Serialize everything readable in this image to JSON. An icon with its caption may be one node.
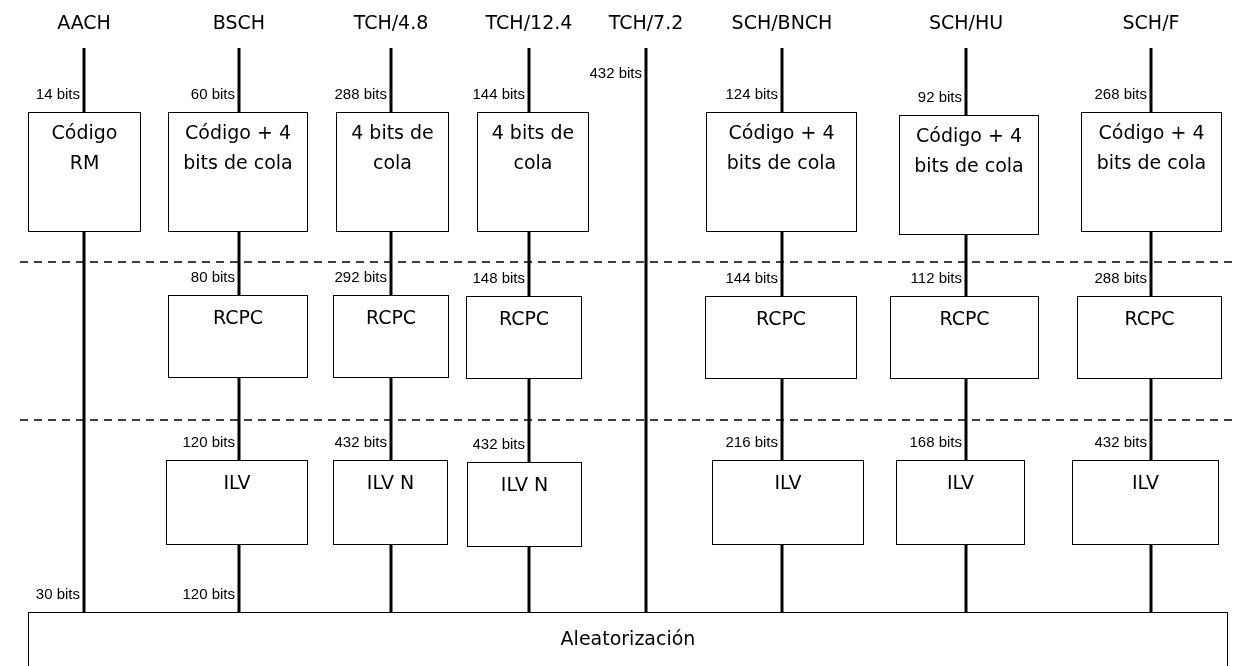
{
  "diagram": {
    "nodes": [
      {
        "text": [
          "AACH"
        ]
      },
      {
        "text": [
          "BSCH"
        ]
      },
      {
        "text": [
          "TCH/4.8"
        ]
      },
      {
        "text": [
          "TCH/12.4"
        ]
      },
      {
        "text": [
          "TCH/7.2"
        ]
      },
      {
        "text": [
          "SCH/BNCH"
        ]
      },
      {
        "text": [
          "SCH/HU"
        ]
      },
      {
        "text": [
          "SCH/F"
        ]
      },
      {
        "text": [
          "Código RM"
        ]
      },
      {
        "text": [
          "Código + 4 bits de cola"
        ]
      },
      {
        "text": [
          "4 bits de cola"
        ]
      },
      {
        "text": [
          "4 bits de cola"
        ]
      },
      {
        "text": [
          "Código + 4 bits de cola"
        ]
      },
      {
        "text": [
          "Código + 4 bits de cola"
        ]
      },
      {
        "text": [
          "Código + 4 bits de cola"
        ]
      },
      {
        "text": [
          "RCPC"
        ]
      },
      {
        "text": [
          "RCPC"
        ]
      },
      {
        "text": [
          "RCPC"
        ]
      },
      {
        "text": [
          "RCPC"
        ]
      },
      {
        "text": [
          "RCPC"
        ]
      },
      {
        "text": [
          "RCPC"
        ]
      },
      {
        "text": [
          "ILV"
        ]
      },
      {
        "text": [
          "ILV N"
        ]
      },
      {
        "text": [
          "ILV N"
        ]
      },
      {
        "text": [
          "ILV"
        ]
      },
      {
        "text": [
          "ILV"
        ]
      },
      {
        "text": [
          "ILV"
        ]
      },
      {
        "text": [
          "Aleatorización"
        ]
      }
    ],
    "edges": [
      {
        "from": 0,
        "to": 8,
        "arrow": "none",
        "label": "14 bits"
      },
      {
        "from": 8,
        "to": 27,
        "arrow": "none",
        "label": "30 bits"
      },
      {
        "from": 1,
        "to": 9,
        "arrow": "none",
        "label": "60 bits"
      },
      {
        "from": 9,
        "to": 15,
        "arrow": "none",
        "label": "80 bits"
      },
      {
        "from": 15,
        "to": 21,
        "arrow": "none",
        "label": "120 bits"
      },
      {
        "from": 21,
        "to": 27,
        "arrow": "none",
        "label": "120 bits"
      },
      {
        "from": 2,
        "to": 10,
        "arrow": "none",
        "label": "288 bits"
      },
      {
        "from": 10,
        "to": 16,
        "arrow": "none",
        "label": "292 bits"
      },
      {
        "from": 16,
        "to": 22,
        "arrow": "none",
        "label": "432 bits"
      },
      {
        "from": 22,
        "to": 27,
        "arrow": "none"
      },
      {
        "from": 3,
        "to": 11,
        "arrow": "none",
        "label": "144 bits"
      },
      {
        "from": 11,
        "to": 17,
        "arrow": "none",
        "label": "148 bits"
      },
      {
        "from": 17,
        "to": 23,
        "arrow": "none",
        "label": "432 bits"
      },
      {
        "from": 23,
        "to": 27,
        "arrow": "none"
      },
      {
        "from": 4,
        "to": 27,
        "arrow": "none",
        "label": "432 bits"
      },
      {
        "from": 5,
        "to": 12,
        "arrow": "none",
        "label": "124 bits"
      },
      {
        "from": 12,
        "to": 18,
        "arrow": "none",
        "label": "144 bits"
      },
      {
        "from": 18,
        "to": 24,
        "arrow": "none",
        "label": "216 bits"
      },
      {
        "from": 24,
        "to": 27,
        "arrow": "none"
      },
      {
        "from": 6,
        "to": 13,
        "arrow": "none",
        "label": "92 bits"
      },
      {
        "from": 13,
        "to": 19,
        "arrow": "none",
        "label": "112 bits"
      },
      {
        "from": 19,
        "to": 25,
        "arrow": "none",
        "label": "168 bits"
      },
      {
        "from": 25,
        "to": 27,
        "arrow": "none"
      },
      {
        "from": 7,
        "to": 14,
        "arrow": "none",
        "label": "268 bits"
      },
      {
        "from": 14,
        "to": 20,
        "arrow": "none",
        "label": "288 bits"
      },
      {
        "from": 20,
        "to": 26,
        "arrow": "none",
        "label": "432 bits"
      },
      {
        "from": 26,
        "to": 27,
        "arrow": "none"
      }
    ]
  }
}
